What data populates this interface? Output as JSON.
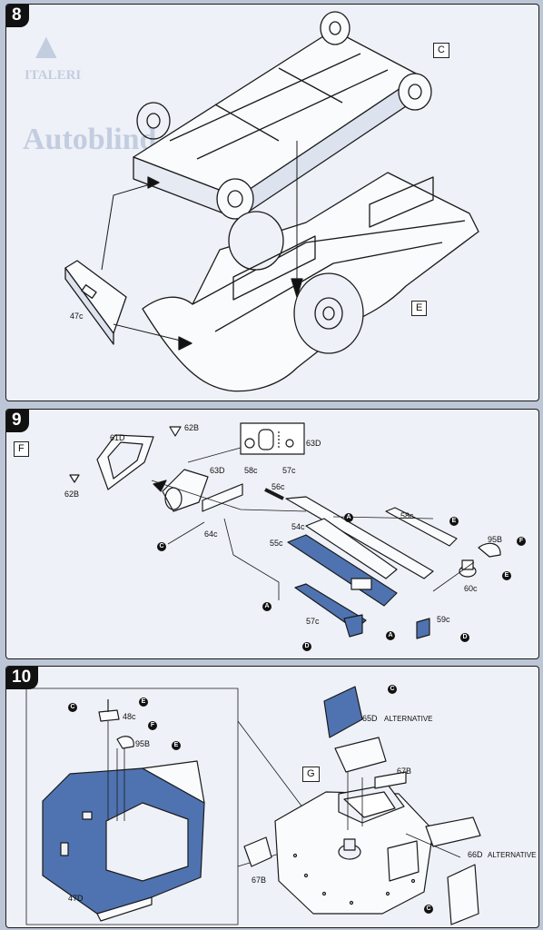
{
  "steps": [
    {
      "number": "8",
      "labels": {
        "box_c": "C",
        "box_e": "E",
        "part_47": "47c"
      }
    },
    {
      "number": "9",
      "labels": {
        "box_f": "F",
        "p61": "61D",
        "p62a": "62B",
        "p62b": "62B",
        "p63a": "63D",
        "p63b": "63D",
        "p58a": "58c",
        "p57a": "57c",
        "p56": "56c",
        "p64": "64c",
        "p54": "54c",
        "p58b": "58c",
        "p95": "95B",
        "p55": "55c",
        "p60": "60c",
        "p57b": "57c",
        "p59": "59c"
      },
      "markers": [
        "C",
        "A",
        "E",
        "F",
        "E",
        "A",
        "A",
        "D",
        "D"
      ]
    },
    {
      "number": "10",
      "labels": {
        "p48": "48c",
        "p95": "95B",
        "p47": "47D",
        "p65": "65D",
        "alt1": "ALTERNATIVE",
        "box_g": "G",
        "p67a": "67B",
        "p67b": "67B",
        "p66": "66D",
        "alt2": "ALTERNATIVE"
      },
      "markers": [
        "C",
        "E",
        "F",
        "E",
        "C",
        "C"
      ]
    }
  ],
  "ghost_text": {
    "logo": "ITALERI",
    "title": "Autoblind"
  },
  "colors": {
    "page_bg": "#bcc6d6",
    "panel_bg": "#eef1f7",
    "highlight_part": "#4f73b0",
    "line": "#1a1a1a"
  }
}
